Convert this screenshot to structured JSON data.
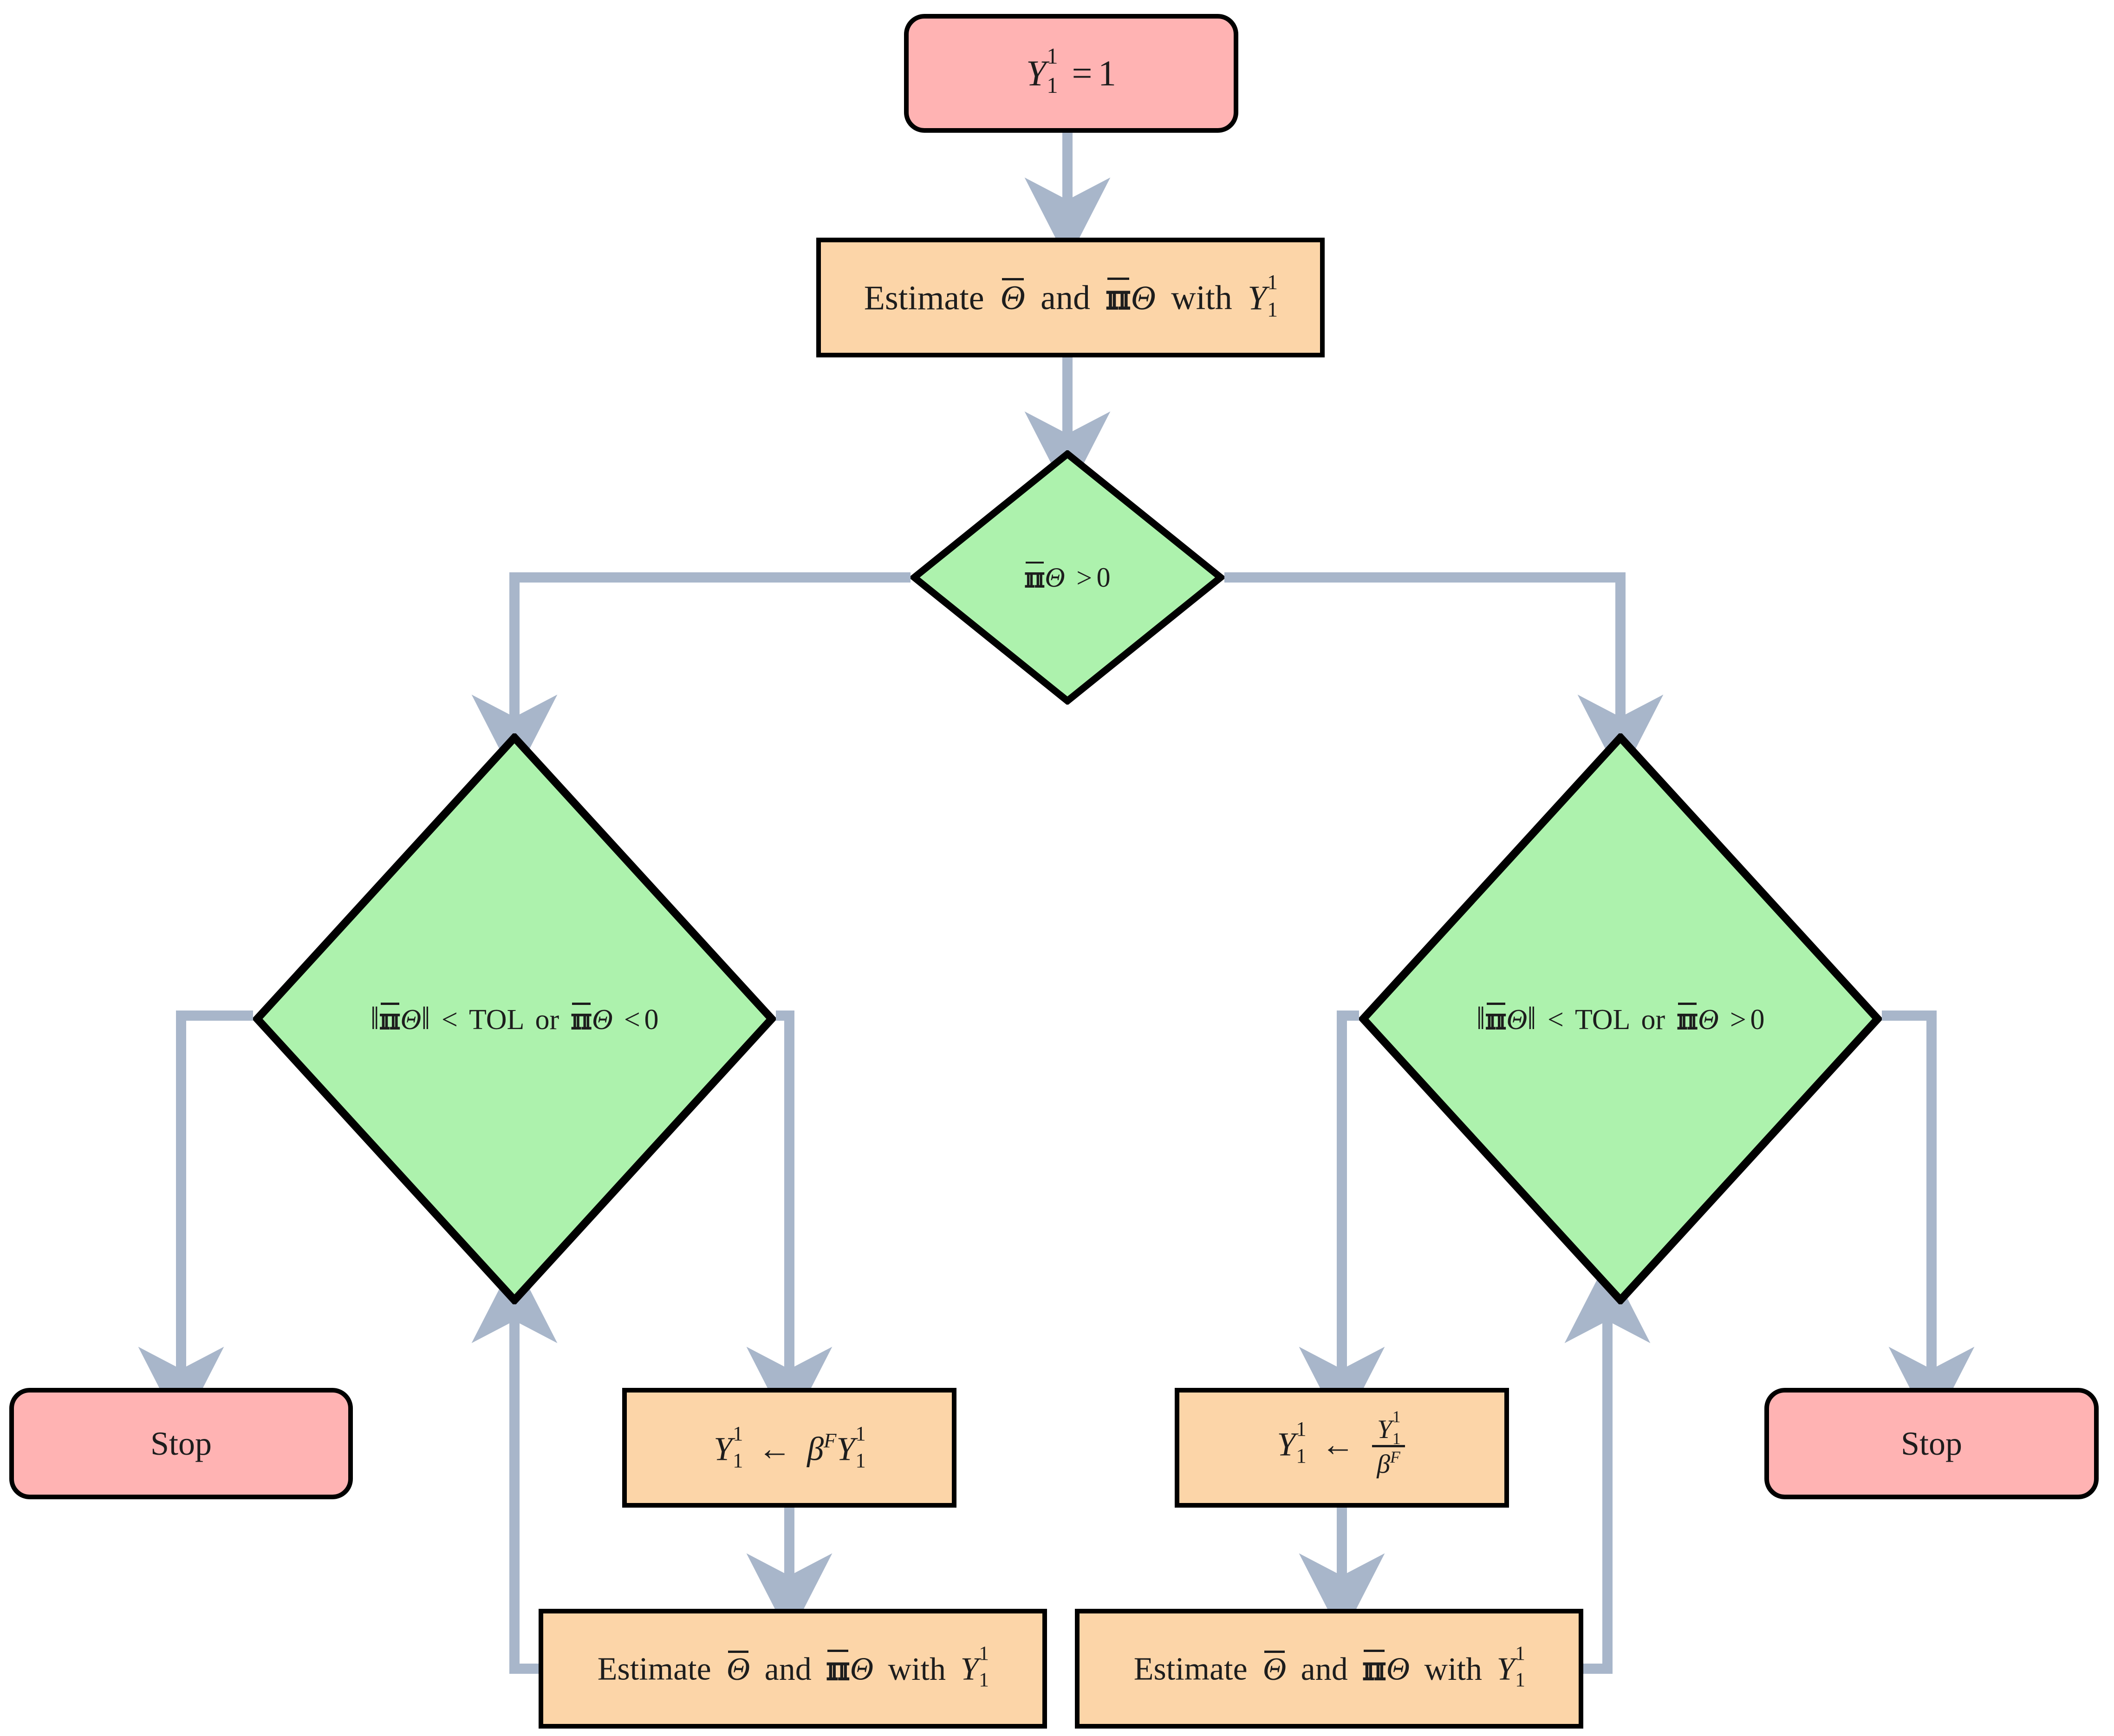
{
  "diagram": {
    "title": "Load-factor continuation control flowchart",
    "colors": {
      "start_stop_fill": "#ffb3b3",
      "process_fill": "#fcd5a8",
      "decision_fill": "#adf2ad",
      "node_border": "#000000",
      "edge": "#a8b6ca",
      "text": "#1d1d1d",
      "background": "#ffffff"
    },
    "symbols": {
      "upsilon": "Υ",
      "theta": "Θ",
      "fraktur_d": "ℒ",
      "beta": "β",
      "left_arrow": "←",
      "norm_bar": "‖",
      "less_than": "<",
      "greater_than": ">",
      "equals": "="
    },
    "nodes": [
      {
        "id": "start",
        "type": "terminal",
        "shape": "rounded-rectangle",
        "fill": "#ffb3b3",
        "text_plain": "Υ₁¹ = 1",
        "parts": {
          "var": "Υ",
          "sup": "1",
          "sub": "1",
          "op": "=",
          "value": "1"
        }
      },
      {
        "id": "estimate-top",
        "type": "process",
        "shape": "rectangle",
        "fill": "#fcd5a8",
        "text_plain": "Estimate Θ̄ and ℒ̄Θ with Υ₁¹",
        "parts": {
          "lead": "Estimate",
          "first": "Θ",
          "conj": "and",
          "second_op": "ℒ",
          "second_arg": "Θ",
          "tail": "with",
          "var": "Υ",
          "sup": "1",
          "sub": "1"
        }
      },
      {
        "id": "decision-sign",
        "type": "decision",
        "shape": "diamond",
        "fill": "#adf2ad",
        "text_plain": "ℒ̄Θ > 0",
        "parts": {
          "op": "ℒ",
          "arg": "Θ",
          "rel": ">",
          "rhs": "0"
        }
      },
      {
        "id": "decision-left",
        "type": "decision",
        "shape": "diamond",
        "fill": "#adf2ad",
        "text_plain": "‖ℒ̄Θ‖ < TOL or ℒ̄Θ < 0",
        "parts": {
          "op": "ℒ",
          "arg": "Θ",
          "rel1": "<",
          "tol": "TOL",
          "conj": "or",
          "rel2": "<",
          "rhs": "0"
        }
      },
      {
        "id": "decision-right",
        "type": "decision",
        "shape": "diamond",
        "fill": "#adf2ad",
        "text_plain": "‖ℒ̄Θ‖ < TOL or ℒ̄Θ > 0",
        "parts": {
          "op": "ℒ",
          "arg": "Θ",
          "rel1": "<",
          "tol": "TOL",
          "conj": "or",
          "rel2": ">",
          "rhs": "0"
        }
      },
      {
        "id": "stop-left",
        "type": "terminal",
        "shape": "rounded-rectangle",
        "fill": "#ffb3b3",
        "text_plain": "Stop"
      },
      {
        "id": "stop-right",
        "type": "terminal",
        "shape": "rounded-rectangle",
        "fill": "#ffb3b3",
        "text_plain": "Stop"
      },
      {
        "id": "update-decrease",
        "type": "process",
        "shape": "rectangle",
        "fill": "#fcd5a8",
        "text_plain": "Υ₁¹ ← βᶠ Υ₁¹",
        "parts": {
          "lhs_var": "Υ",
          "sup": "1",
          "sub": "1",
          "arrow": "←",
          "beta": "β",
          "beta_sup": "F"
        }
      },
      {
        "id": "update-increase",
        "type": "process",
        "shape": "rectangle",
        "fill": "#fcd5a8",
        "text_plain": "Υ₁¹ ← Υ₁¹ / βᶠ",
        "parts": {
          "lhs_var": "Υ",
          "sup": "1",
          "sub": "1",
          "arrow": "←",
          "beta": "β",
          "beta_sup": "F"
        }
      },
      {
        "id": "estimate-left",
        "type": "process",
        "shape": "rectangle",
        "fill": "#fcd5a8",
        "text_plain": "Estimate Θ̄ and ℒ̄Θ with Υ₁¹"
      },
      {
        "id": "estimate-right",
        "type": "process",
        "shape": "rectangle",
        "fill": "#fcd5a8",
        "text_plain": "Estimate Θ̄ and ℒ̄Θ with Υ₁¹"
      }
    ],
    "edges": [
      {
        "from": "start",
        "to": "estimate-top",
        "label": ""
      },
      {
        "from": "estimate-top",
        "to": "decision-sign",
        "label": ""
      },
      {
        "from": "decision-sign",
        "to": "decision-left",
        "label": ""
      },
      {
        "from": "decision-sign",
        "to": "decision-right",
        "label": ""
      },
      {
        "from": "decision-left",
        "to": "stop-left",
        "label": ""
      },
      {
        "from": "decision-left",
        "to": "update-decrease",
        "label": ""
      },
      {
        "from": "update-decrease",
        "to": "estimate-left",
        "label": ""
      },
      {
        "from": "estimate-left",
        "to": "decision-left",
        "label": ""
      },
      {
        "from": "decision-right",
        "to": "stop-right",
        "label": ""
      },
      {
        "from": "decision-right",
        "to": "update-increase",
        "label": ""
      },
      {
        "from": "update-increase",
        "to": "estimate-right",
        "label": ""
      },
      {
        "from": "estimate-right",
        "to": "decision-right",
        "label": ""
      }
    ],
    "labels": {
      "estimate_lead": "Estimate",
      "and": "and",
      "with": "with",
      "or": "or",
      "tol": "TOL",
      "stop": "Stop",
      "zero": "0",
      "one": "1",
      "eq": "=",
      "gt": ">",
      "lt": "<",
      "arrow": "←",
      "F": "F"
    }
  }
}
